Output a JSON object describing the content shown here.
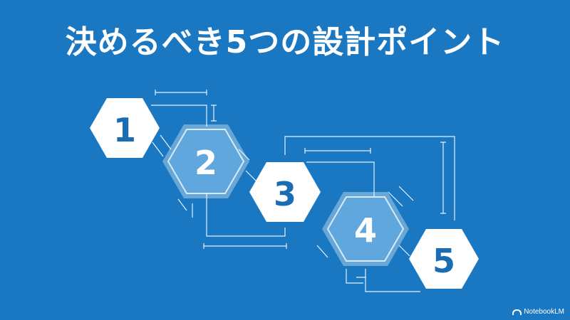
{
  "slide": {
    "title": "決めるべき5つの設計ポイント",
    "watermark": "NotebookLM",
    "watermark_icon": "notebooklm-logo-icon"
  },
  "diagram": {
    "steps": [
      {
        "number": "1",
        "style": "solid"
      },
      {
        "number": "2",
        "style": "glass"
      },
      {
        "number": "3",
        "style": "solid"
      },
      {
        "number": "4",
        "style": "glass"
      },
      {
        "number": "5",
        "style": "solid"
      }
    ],
    "colors": {
      "background": "#1a78c2",
      "solid_fill": "#ffffff",
      "solid_text": "#1a6db3",
      "glass_fill": "#5fa7dd",
      "glass_text": "#ffffff",
      "lines": "#ffffff"
    }
  }
}
